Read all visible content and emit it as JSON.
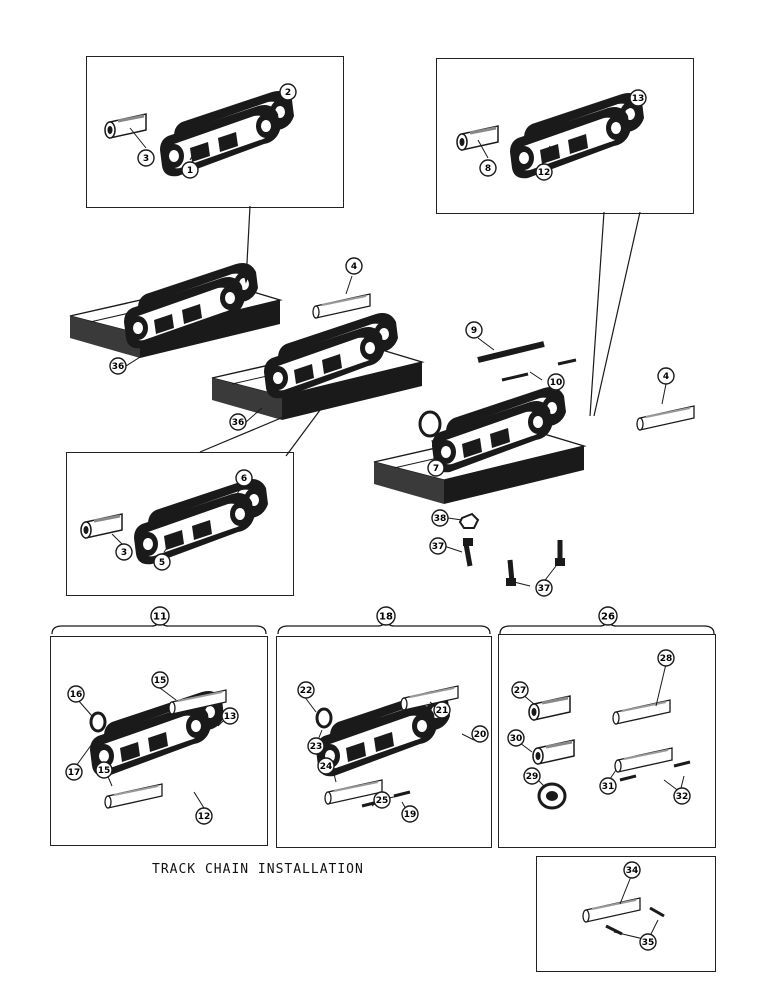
{
  "caption": "TRACK CHAIN INSTALLATION",
  "group_labels": {
    "g11": "11",
    "g18": "18",
    "g26": "26"
  },
  "callouts": {
    "c1": "1",
    "c2": "2",
    "c3a": "3",
    "c3b": "3",
    "c4a": "4",
    "c4b": "4",
    "c5": "5",
    "c6": "6",
    "c7": "7",
    "c8": "8",
    "c9": "9",
    "c10": "10",
    "c12a": "12",
    "c12b": "12",
    "c13a": "13",
    "c13b": "13",
    "c15a": "15",
    "c15b": "15",
    "c16": "16",
    "c17": "17",
    "c19": "19",
    "c20": "20",
    "c21": "21",
    "c22": "22",
    "c23": "23",
    "c24": "24",
    "c25": "25",
    "c27": "27",
    "c28": "28",
    "c29": "29",
    "c30": "30",
    "c31": "31",
    "c32": "32",
    "c34": "34",
    "c35": "35",
    "c36a": "36",
    "c36b": "36",
    "c37a": "37",
    "c37b": "37",
    "c38": "38"
  }
}
